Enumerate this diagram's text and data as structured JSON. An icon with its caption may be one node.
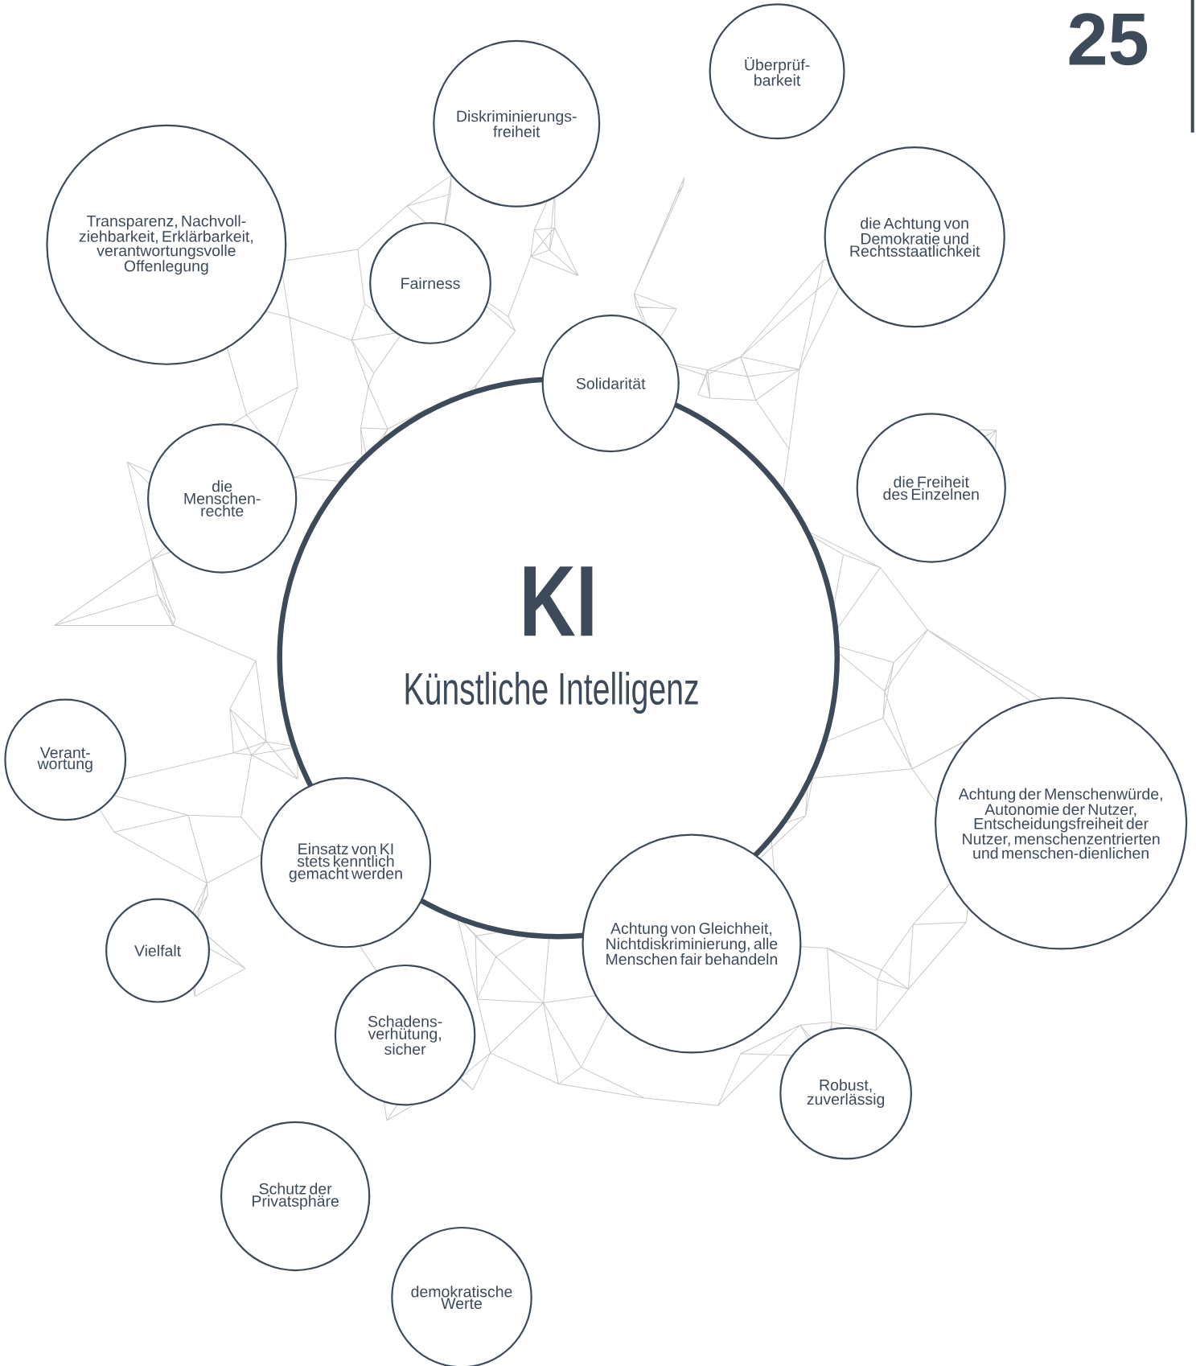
{
  "diagram": {
    "nodes": [
      {
        "text": [
          "Überprüf-barkeit"
        ]
      },
      {
        "text": [
          "Diskriminierungs-freiheit"
        ]
      },
      {
        "text": [
          "die Achtung von Demokratie und Rechtsstaatlichkeit"
        ]
      },
      {
        "text": [
          "Transparenz, Nachvoll-ziehbarkeit, Erklärbarkeit, verantwortungsvolle Offenlegung"
        ]
      },
      {
        "text": [
          "Fairness"
        ]
      },
      {
        "text": [
          "Solidarität"
        ]
      },
      {
        "text": [
          "KI",
          "Künstliche Intelligenz"
        ]
      },
      {
        "text": [
          "die Freiheit des Einzelnen"
        ]
      },
      {
        "text": [
          "die Menschen-rechte"
        ]
      },
      {
        "text": [
          "Verant-wortung"
        ]
      },
      {
        "text": [
          "Achtung der Menschenwürde, Autonomie der Nutzer, Entscheidungsfreiheit der Nutzer, menschenzentrierten und menschen-dienlichen"
        ]
      },
      {
        "text": [
          "Einsatz von KI stets kenntlich gemacht werden"
        ]
      },
      {
        "text": [
          "Achtung von Gleichheit, Nichtdiskriminierung, alle Menschen fair behandeln"
        ]
      },
      {
        "text": [
          "Vielfalt"
        ]
      },
      {
        "text": [
          "Schadens-verhütung, sicher"
        ]
      },
      {
        "text": [
          "Robust, zuverlässig"
        ]
      },
      {
        "text": [
          "Schutz der Privatsphäre"
        ]
      },
      {
        "text": [
          "demokratische Werte"
        ]
      }
    ],
    "edges": [],
    "labels": [
      "25"
    ]
  }
}
